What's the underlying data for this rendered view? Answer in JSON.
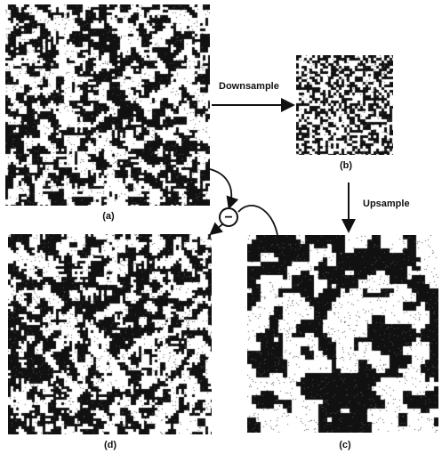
{
  "panels": {
    "a": {
      "caption": "(a)"
    },
    "b": {
      "caption": "(b)"
    },
    "c": {
      "caption": "(c)"
    },
    "d": {
      "caption": "(d)"
    }
  },
  "arrows": {
    "downsample_label": "Downsample",
    "upsample_label": "Upsample",
    "subtract_symbol": "−"
  },
  "colors": {
    "ink": "#111111",
    "paper": "#ffffff"
  }
}
